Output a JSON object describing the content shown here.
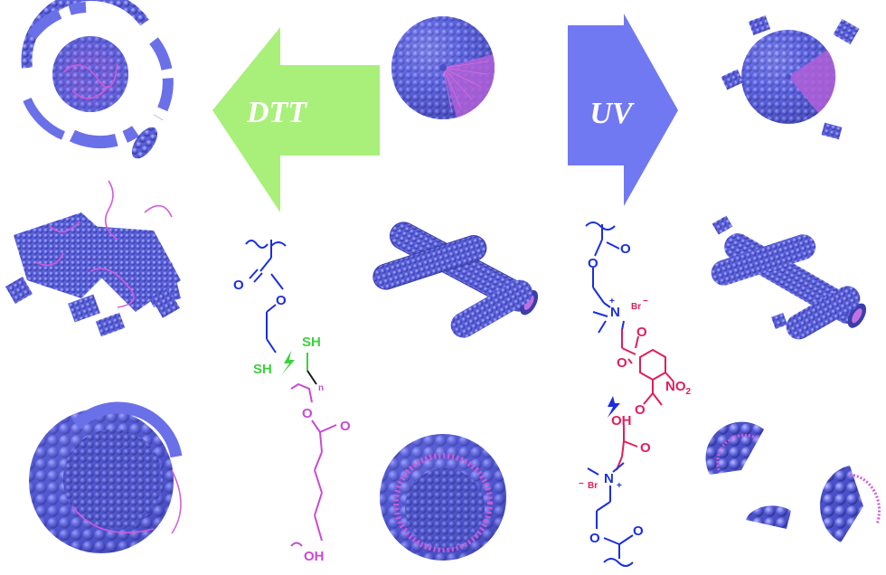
{
  "arrows": {
    "left": {
      "label": "DTT",
      "color": "#a8f07a"
    },
    "right": {
      "label": "UV",
      "color": "#7078f2"
    }
  },
  "colors": {
    "particle": "#6a70e8",
    "particle_dark": "#3f44b8",
    "chain": "#d25ad8",
    "blue_chem": "#1a2ee0",
    "green_chem": "#3cd23c",
    "magenta_chem": "#c84ad4",
    "red_chem": "#e01e5a"
  },
  "chemistry": {
    "dtt_side": {
      "oxygen_1": "O",
      "oxygen_2": "O",
      "thiol_left": "SH",
      "thiol_right": "SH",
      "repeat": "n",
      "oxygen_3": "O",
      "oxygen_4": "O",
      "terminal": "OH"
    },
    "uv_side": {
      "oxygen_1": "O",
      "oxygen_2": "O",
      "nitrogen_1": "N",
      "plus_1": "+",
      "bromide_1": "Br",
      "minus_1": "−",
      "oxygen_3": "O",
      "oxygen_4": "O",
      "nitro_prefix": "NO",
      "nitro_sub": "2",
      "oxygen_5": "O",
      "hydroxyl": "OH",
      "oxygen_6": "O",
      "minus_2": "−",
      "bromide_2": "Br",
      "nitrogen_2": "N",
      "plus_2": "+",
      "oxygen_7": "O",
      "oxygen_8": "O"
    }
  }
}
